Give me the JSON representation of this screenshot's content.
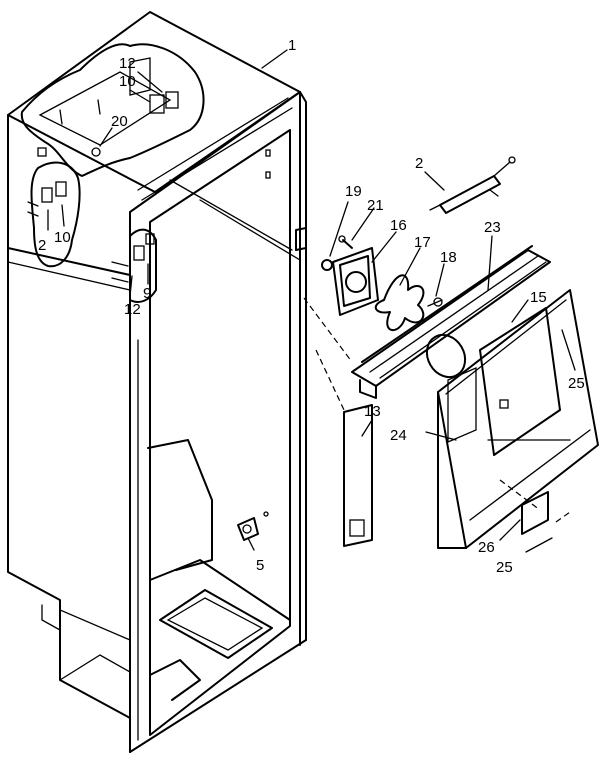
{
  "callouts": [
    {
      "id": "c1",
      "text": "1"
    },
    {
      "id": "c2",
      "text": "2"
    },
    {
      "id": "c12a",
      "text": "12"
    },
    {
      "id": "c10a",
      "text": "10"
    },
    {
      "id": "c20",
      "text": "20"
    },
    {
      "id": "c2b",
      "text": "2"
    },
    {
      "id": "c10b",
      "text": "10"
    },
    {
      "id": "c9",
      "text": "9"
    },
    {
      "id": "c12b",
      "text": "12"
    },
    {
      "id": "c19",
      "text": "19"
    },
    {
      "id": "c21",
      "text": "21"
    },
    {
      "id": "c16",
      "text": "16"
    },
    {
      "id": "c17",
      "text": "17"
    },
    {
      "id": "c18",
      "text": "18"
    },
    {
      "id": "c23",
      "text": "23"
    },
    {
      "id": "c15",
      "text": "15"
    },
    {
      "id": "c25a",
      "text": "25"
    },
    {
      "id": "c13",
      "text": "13"
    },
    {
      "id": "c24",
      "text": "24"
    },
    {
      "id": "c5",
      "text": "5"
    },
    {
      "id": "c26",
      "text": "26"
    },
    {
      "id": "c25b",
      "text": "25"
    }
  ]
}
